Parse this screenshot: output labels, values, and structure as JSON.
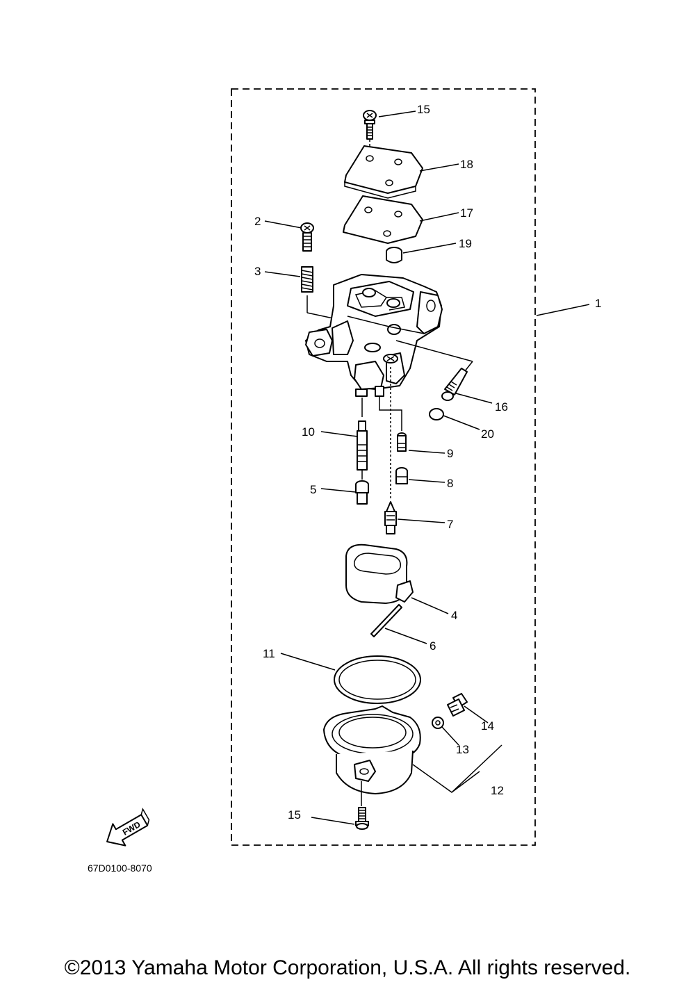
{
  "diagram": {
    "callouts": [
      "1",
      "2",
      "3",
      "4",
      "5",
      "6",
      "7",
      "8",
      "9",
      "10",
      "11",
      "12",
      "13",
      "14",
      "15",
      "16",
      "17",
      "18",
      "19",
      "20"
    ],
    "callout_15_bottom": "15",
    "fwd_label": "FWD",
    "figure_code": "67D0100-8070"
  },
  "footer": {
    "copyright": "©2013 Yamaha Motor Corporation, U.S.A. All rights reserved."
  }
}
